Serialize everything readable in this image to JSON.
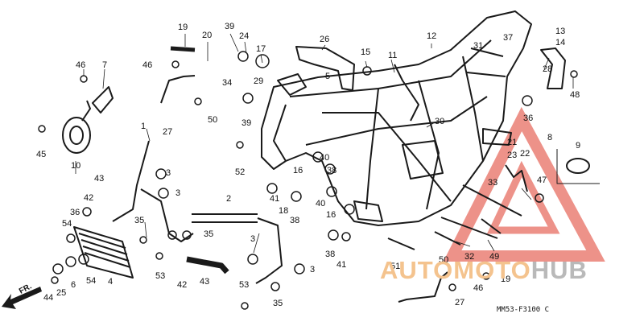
{
  "diagram": {
    "doc_code": "MM53-F3100 C",
    "direction_label": "FR.",
    "watermark": {
      "part1": "AUTOMOTO",
      "part2": "HUB"
    },
    "callouts": [
      "19",
      "20",
      "39",
      "24",
      "17",
      "26",
      "12",
      "13",
      "14",
      "37",
      "31",
      "11",
      "15",
      "46",
      "7",
      "46",
      "34",
      "29",
      "5",
      "28",
      "48",
      "27",
      "50",
      "39",
      "36",
      "8",
      "9",
      "1",
      "30",
      "10",
      "45",
      "52",
      "16",
      "40",
      "38",
      "3",
      "21",
      "22",
      "23",
      "43",
      "42",
      "36",
      "3",
      "41",
      "18",
      "38",
      "16",
      "40",
      "47",
      "33",
      "2",
      "35",
      "54",
      "35",
      "3",
      "38",
      "41",
      "51",
      "50",
      "32",
      "49",
      "53",
      "42",
      "43",
      "3",
      "54",
      "4",
      "6",
      "44",
      "25",
      "53",
      "35",
      "27",
      "46",
      "19"
    ],
    "colors": {
      "line": "#1a1a1a",
      "watermark_red": "#e8776b",
      "watermark_orange": "#f4c38e",
      "watermark_gray": "#b9b9b9"
    }
  }
}
